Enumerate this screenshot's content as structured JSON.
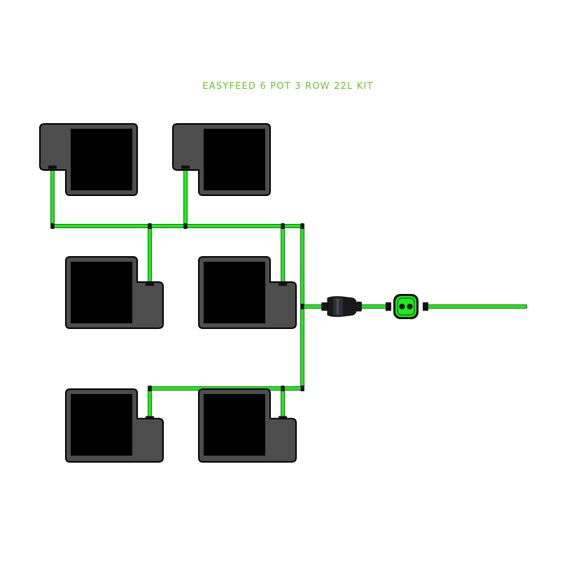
{
  "title": "EASYFEED 6 POT 3 ROW 22L KIT",
  "colors": {
    "title": "#6dc22b",
    "tube": "#22e81e",
    "tube_outline": "#0f7a0a",
    "tray": "#4d4d4d",
    "tray_outline": "#000000",
    "pot": "#000000",
    "connector": "#111111",
    "valve": "#22e81e"
  },
  "components": {
    "pots": [
      {
        "id": "pot-1",
        "row": 1
      },
      {
        "id": "pot-2",
        "row": 1
      },
      {
        "id": "pot-3",
        "row": 2
      },
      {
        "id": "pot-4",
        "row": 2
      },
      {
        "id": "pot-5",
        "row": 3
      },
      {
        "id": "pot-6",
        "row": 3
      }
    ],
    "icons": [
      "pot-tray-icon",
      "filter-icon",
      "control-valve-icon"
    ]
  }
}
